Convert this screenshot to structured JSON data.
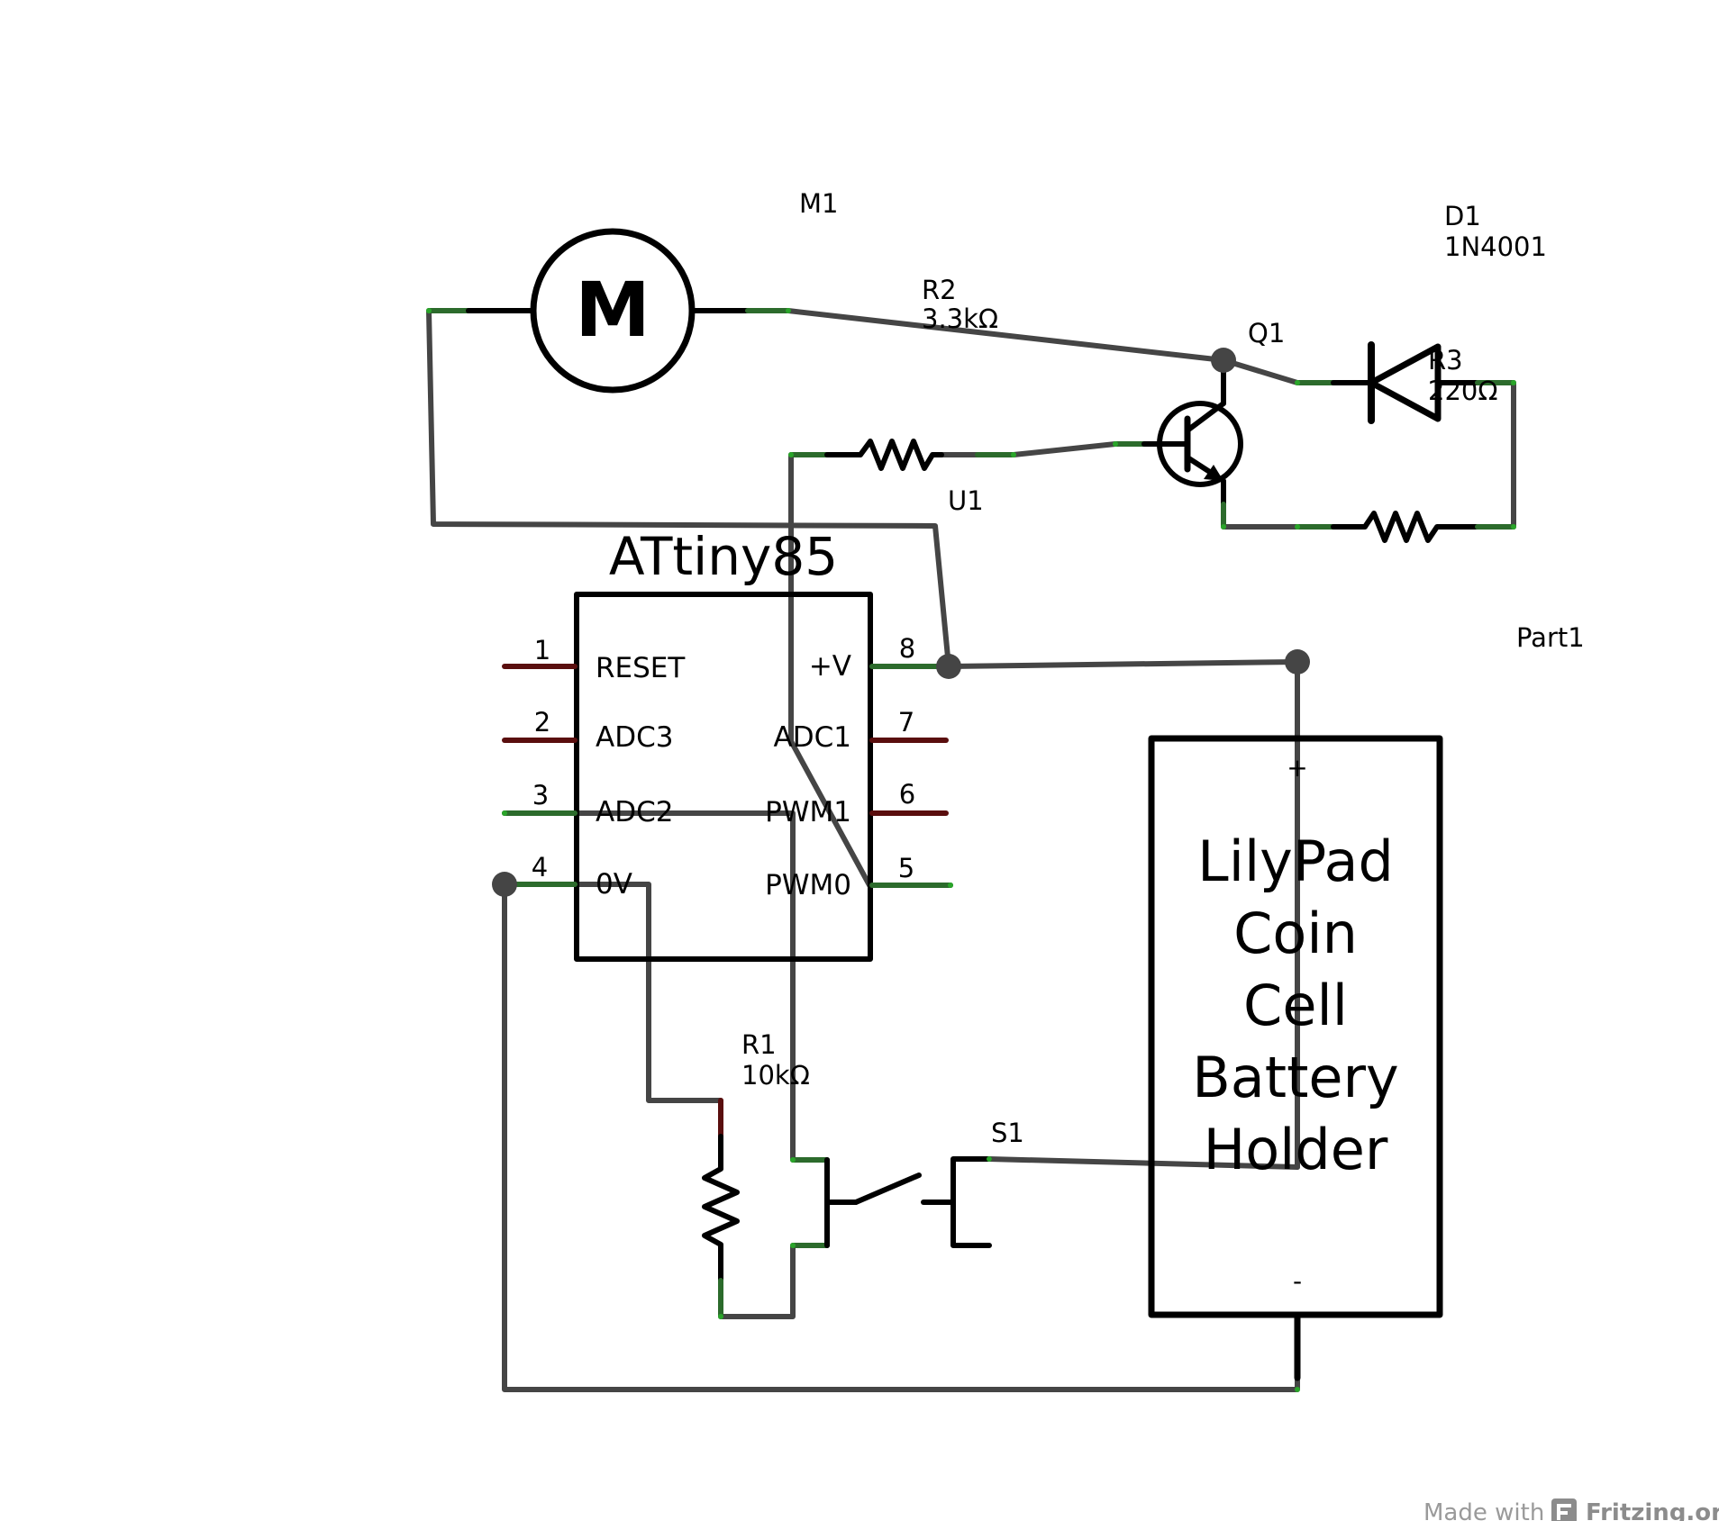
{
  "components": {
    "m1": {
      "ref": "M1",
      "symbol": "M"
    },
    "d1": {
      "ref": "D1",
      "value": "1N4001"
    },
    "r2": {
      "ref": "R2",
      "value": "3.3kΩ"
    },
    "q1": {
      "ref": "Q1"
    },
    "r3": {
      "ref": "R3",
      "value": "220Ω"
    },
    "u1": {
      "ref": "U1",
      "title": "ATtiny85",
      "pins_left": [
        {
          "num": "1",
          "name": "RESET"
        },
        {
          "num": "2",
          "name": "ADC3"
        },
        {
          "num": "3",
          "name": "ADC2"
        },
        {
          "num": "4",
          "name": "0V"
        }
      ],
      "pins_right": [
        {
          "num": "8",
          "name": "+V"
        },
        {
          "num": "7",
          "name": "ADC1"
        },
        {
          "num": "6",
          "name": "PWM1"
        },
        {
          "num": "5",
          "name": "PWM0"
        }
      ]
    },
    "part1": {
      "ref": "Part1",
      "lines": [
        "LilyPad",
        "Coin",
        "Cell",
        "Battery",
        "Holder"
      ],
      "plus": "+",
      "minus": "-"
    },
    "r1": {
      "ref": "R1",
      "value": "10kΩ"
    },
    "s1": {
      "ref": "S1"
    }
  },
  "watermark": {
    "made_with": "Made with",
    "brand": "Fritzing.org"
  }
}
